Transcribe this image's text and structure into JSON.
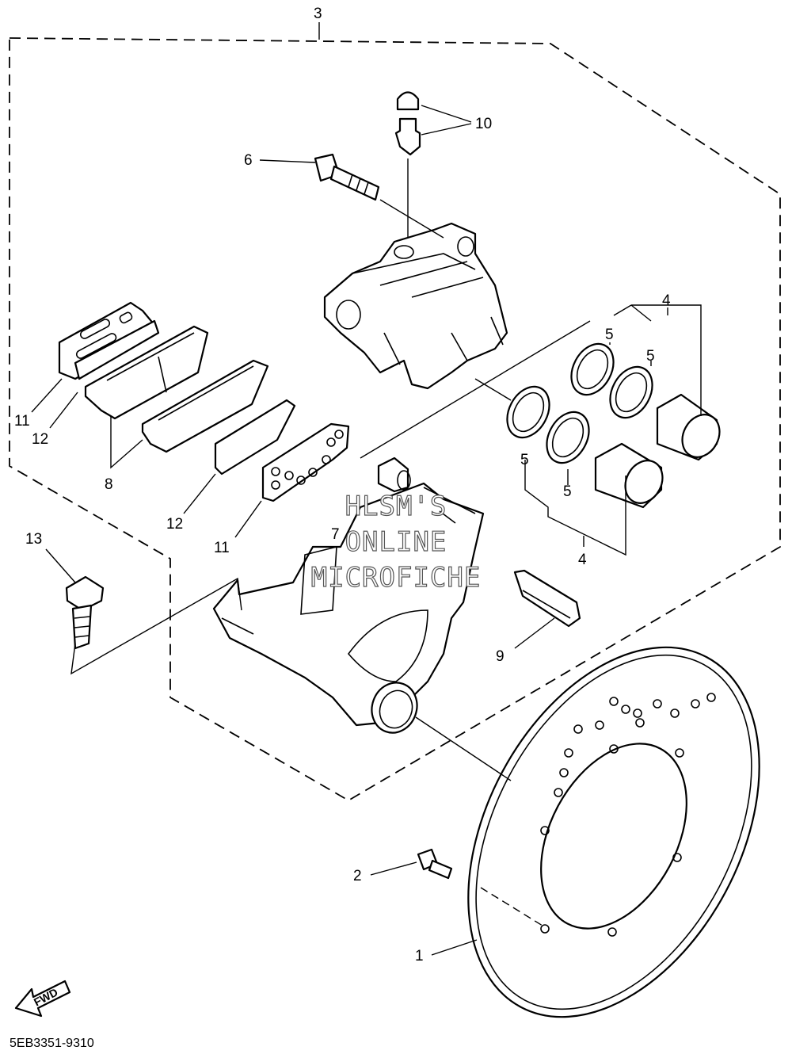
{
  "callouts": {
    "c1": "1",
    "c2": "2",
    "c3": "3",
    "c4a": "4",
    "c4b": "4",
    "c5a": "5",
    "c5b": "5",
    "c5c": "5",
    "c5d": "5",
    "c6": "6",
    "c7": "7",
    "c8": "8",
    "c9": "9",
    "c10": "10",
    "c11a": "11",
    "c11b": "11",
    "c12a": "12",
    "c12b": "12",
    "c13": "13"
  },
  "fwd_label": "FWD",
  "watermark": {
    "line1": "HLSM'S",
    "line2": "ONLINE",
    "line3": "MICROFICHE"
  },
  "diagram_code": "5EB3351-9310"
}
